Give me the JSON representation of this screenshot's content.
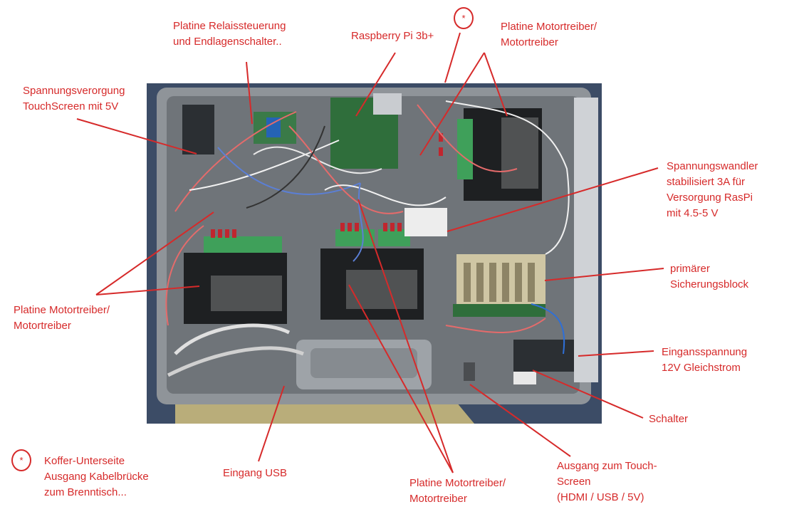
{
  "labels": {
    "relais": [
      "Platine Relaissteuerung",
      "und Endlagenschalter.."
    ],
    "raspi": [
      "Raspberry Pi 3b+"
    ],
    "motor_top": [
      "Platine Motortreiber/",
      "Motortreiber"
    ],
    "spannung_touch": [
      "Spannungsverorgung",
      "TouchScreen mit 5V"
    ],
    "wandler": [
      "Spannungswandler",
      "stabilisiert 3A für",
      "Versorgung RasPi",
      "mit 4.5-5 V"
    ],
    "sicherung": [
      "primärer",
      "Sicherungsblock"
    ],
    "motor_left": [
      "Platine Motortreiber/",
      "Motortreiber"
    ],
    "eingang": [
      "Eingansspannung",
      "12V Gleichstrom"
    ],
    "schalter": [
      "Schalter"
    ],
    "usb": [
      "Eingang USB"
    ],
    "motor_bottom": [
      "Platine Motortreiber/",
      "Motortreiber"
    ],
    "touch_out": [
      "Ausgang zum Touch-",
      "Screen",
      "(HDMI / USB / 5V)"
    ],
    "koffer": [
      "Koffer-Unterseite",
      "Ausgang Kabelbrücke",
      "zum Brenntisch..."
    ]
  },
  "star_marker": "*",
  "colors": {
    "annotation": "#d62a2a",
    "case_gray": "#8f9499",
    "driver_black": "#1e2022",
    "terminal_green": "#3fa05a",
    "pcb_green": "#2f6e3b",
    "board_beige": "#cfc6a4"
  }
}
